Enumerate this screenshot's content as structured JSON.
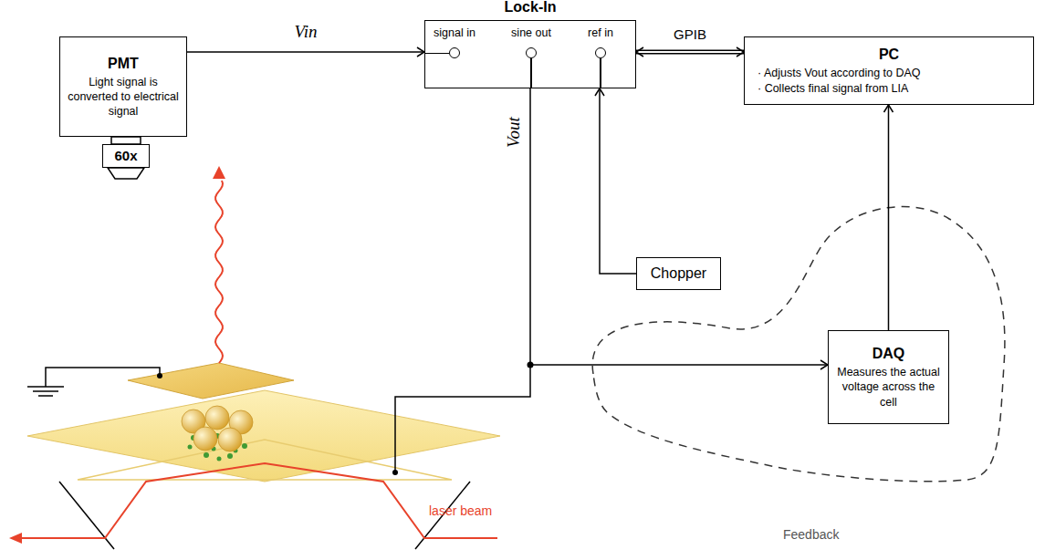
{
  "diagram": {
    "nodes": [
      {
        "text": [
          "PMT",
          "Light signal is converted to electrical signal"
        ]
      },
      {
        "text": [
          "Lock-In",
          "signal in",
          "sine out",
          "ref in"
        ]
      },
      {
        "text": [
          "PC",
          "· Adjusts Vout according to DAQ",
          "· Collects final signal from LIA"
        ]
      },
      {
        "text": [
          "60x"
        ]
      },
      {
        "text": [
          "Chopper"
        ]
      },
      {
        "text": [
          "DAQ",
          "Measures the actual voltage across the cell"
        ]
      }
    ],
    "edges": [
      {
        "from": 0,
        "to": 1,
        "label": "Vin",
        "arrow": "to"
      },
      {
        "from": 4,
        "to": 1,
        "arrow": "to"
      },
      {
        "from": 1,
        "to": 2,
        "label": "GPIB",
        "arrow": "both"
      },
      {
        "from": 1,
        "to": 5,
        "label": "Vout",
        "arrow": "to"
      },
      {
        "from": 5,
        "to": 2,
        "arrow": "to"
      }
    ],
    "labels": [
      "laser beam",
      "Feedback"
    ]
  }
}
